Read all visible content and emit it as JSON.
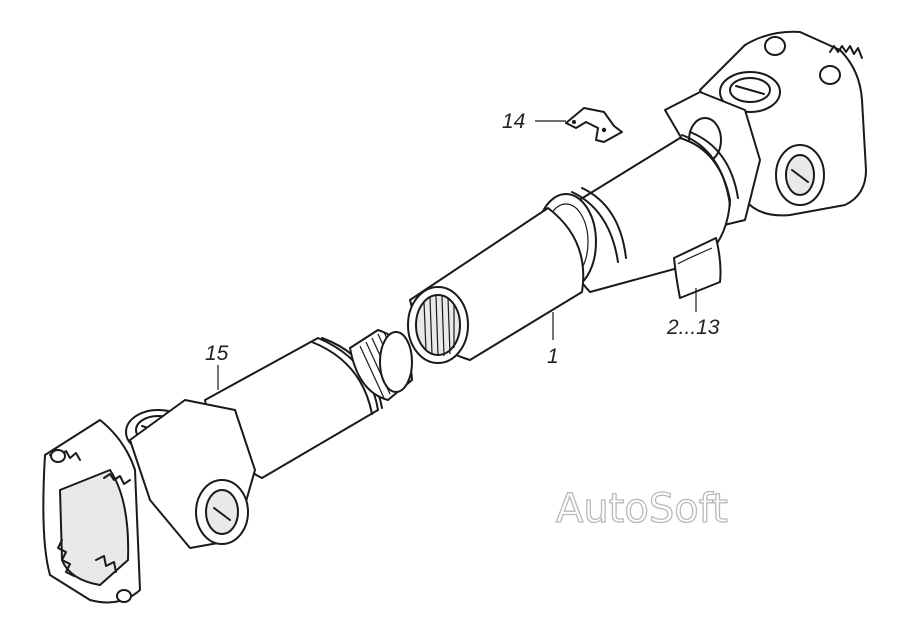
{
  "callouts": {
    "shaft": "1",
    "plates": "2...13",
    "bracket": "14",
    "yoke_shaft": "15"
  },
  "watermark": "AutoSoft",
  "colors": {
    "line": "#1a1a1a",
    "paper": "#ffffff",
    "watermark_stroke": "#b9b9b9"
  }
}
